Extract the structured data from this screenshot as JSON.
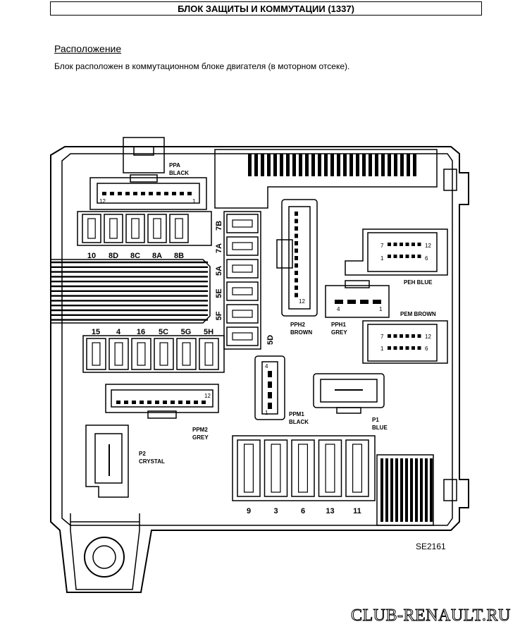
{
  "header": {
    "title": "БЛОК ЗАЩИТЫ И КОММУТАЦИИ (1337)"
  },
  "section": {
    "heading": "Расположение",
    "description": "Блок расположен в коммутационном блоке двигателя (в моторном отсеке)."
  },
  "diagram": {
    "connectors": {
      "ppa_name": "PPA",
      "ppa_color": "BLACK",
      "ppa_pin_a": "12",
      "ppa_pin_b": "1",
      "pph2_name": "PPH2",
      "pph2_color": "BROWN",
      "pph2_pin": "12",
      "pph1_name": "PPH1",
      "pph1_color": "GREY",
      "pph1_pin_a": "4",
      "pph1_pin_b": "1",
      "peh": "PEH BLUE",
      "peh_p7": "7",
      "peh_p12": "12",
      "peh_p1": "1",
      "peh_p6": "6",
      "pem": "PEM BROWN",
      "pem_p7": "7",
      "pem_p12": "12",
      "pem_p1": "1",
      "pem_p6": "6",
      "ppm1_name": "PPM1",
      "ppm1_color": "BLACK",
      "ppm1_pin_a": "4",
      "ppm1_pin_b": "1",
      "p1_name": "P1",
      "p1_color": "BLUE",
      "ppm2_name": "PPM2",
      "ppm2_color": "GREY",
      "ppm2_pin": "12",
      "p2_name": "P2",
      "p2_color": "CRYSTAL"
    },
    "fuse_row_top": [
      "10",
      "8D",
      "8C",
      "8A",
      "8B"
    ],
    "fuse_column": [
      "7B",
      "7A",
      "5A",
      "5E",
      "5F",
      "5D"
    ],
    "fuse_row_mid": [
      "15",
      "4",
      "16",
      "5C",
      "5G",
      "5H"
    ],
    "fuse_row_bottom": [
      "9",
      "3",
      "6",
      "13",
      "11"
    ],
    "reference": "SE2161"
  },
  "watermark": "CLUB-RENAULT.RU"
}
